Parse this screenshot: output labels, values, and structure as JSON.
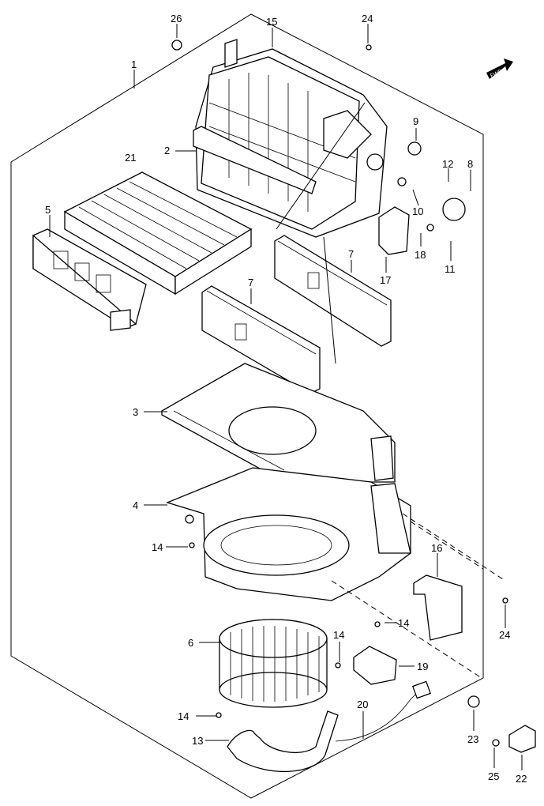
{
  "callouts": {
    "p1": "1",
    "p2": "2",
    "p3": "3",
    "p4": "4",
    "p5": "5",
    "p6": "6",
    "p7a": "7",
    "p7b": "7",
    "p8": "8",
    "p9": "9",
    "p10": "10",
    "p11": "11",
    "p12": "12",
    "p13": "13",
    "p14a": "14",
    "p14b": "14",
    "p14c": "14",
    "p14d": "14",
    "p15": "15",
    "p16": "16",
    "p17": "17",
    "p18": "18",
    "p19": "19",
    "p20": "20",
    "p21": "21",
    "p22": "22",
    "p23": "23",
    "p24a": "24",
    "p24b": "24",
    "p25": "25",
    "p26": "26"
  },
  "fwd_marker": {
    "text": "FWD"
  }
}
